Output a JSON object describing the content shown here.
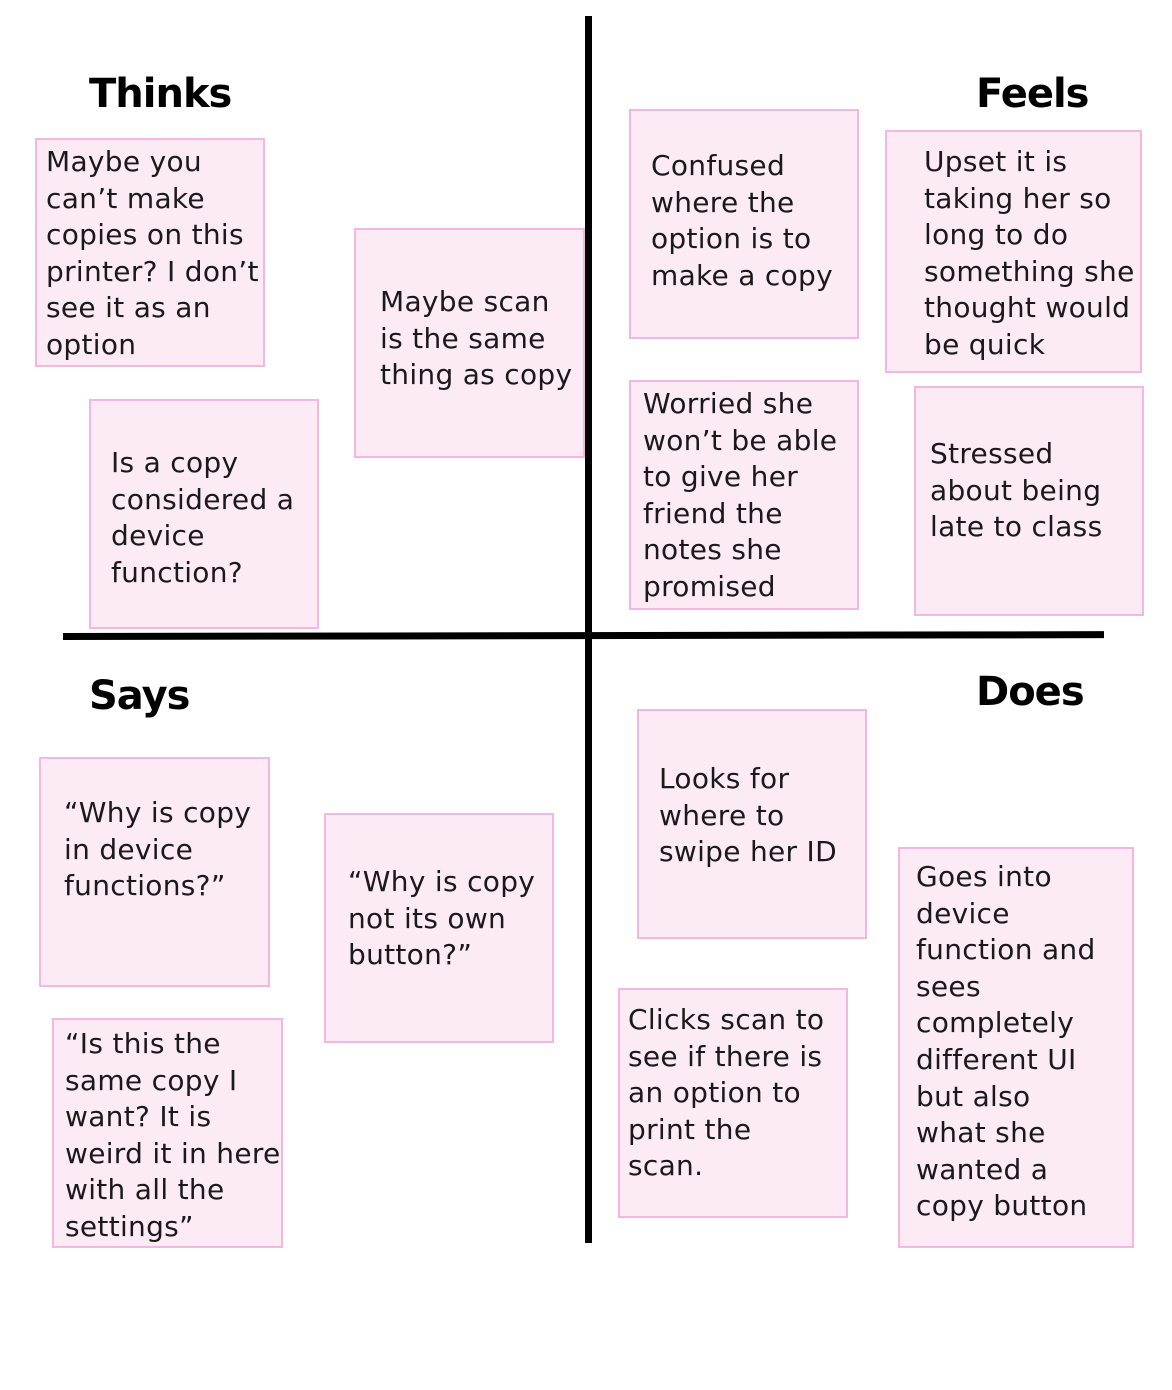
{
  "quadrants": {
    "thinks": {
      "heading": "Thinks",
      "notes": [
        "Maybe you\ncan’t make\ncopies on this\nprinter? I don’t\nsee it as an\noption",
        "Maybe scan\nis the same\nthing as copy",
        "Is a copy\nconsidered a\ndevice\nfunction?"
      ]
    },
    "feels": {
      "heading": "Feels",
      "notes": [
        "Confused\nwhere the\noption is to\nmake a copy",
        "Upset it is\ntaking her so\nlong to do\nsomething she\nthought would\nbe quick",
        "Worried she\nwon’t be able\nto give her\nfriend the\nnotes she\npromised",
        "Stressed\nabout being\nlate to class"
      ]
    },
    "says": {
      "heading": "Says",
      "notes": [
        "“Why is copy\nin device\nfunctions?”",
        "“Why is copy\nnot its own\nbutton?”",
        "“Is this the\nsame copy I\nwant? It is\nweird it in here\nwith all the\nsettings”"
      ]
    },
    "does": {
      "heading": "Does",
      "notes": [
        "Looks for\nwhere to\nswipe her ID",
        "Goes into\ndevice\nfunction and\nsees\ncompletely\ndifferent UI\nbut also\nwhat she\nwanted a\ncopy button",
        "Clicks scan to\nsee if there is\nan option to\nprint the\nscan."
      ]
    }
  },
  "colors": {
    "note_fill": "#fcebf5",
    "note_border": "#f2b8e1",
    "axis": "#000000",
    "text": "#1a1a1a"
  }
}
